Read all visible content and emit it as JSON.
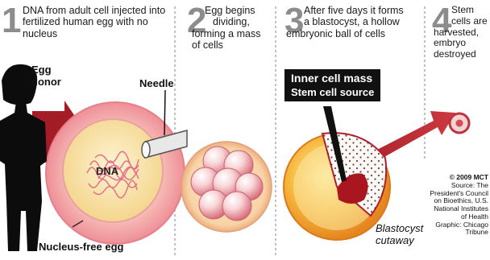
{
  "steps": [
    {
      "number": "1",
      "lines": [
        "DNA from adult cell injected into",
        "fertilized human egg with no",
        "nucleus"
      ]
    },
    {
      "number": "2",
      "lines": [
        "Egg begins",
        "dividing,",
        "forming a mass",
        "of cells"
      ]
    },
    {
      "number": "3",
      "lines": [
        "After five days it forms",
        "a blastocyst, a hollow",
        "embryonic ball of cells"
      ]
    },
    {
      "number": "4",
      "lines": [
        "Stem",
        "cells are",
        "harvested,",
        "embryo",
        "destroyed"
      ]
    }
  ],
  "labels": {
    "egg_donor": [
      "Egg",
      "donor"
    ],
    "needle": "Needle",
    "dna": "DNA",
    "nucleus_free_egg": "Nucleus-free egg",
    "inner_cell_mass": [
      "Inner cell mass",
      "Stem cell source"
    ],
    "blastocyst_cutaway": [
      "Blastocyst",
      "cutaway"
    ]
  },
  "credit": {
    "copyright": "© 2009 MCT",
    "lines": [
      "Source: The",
      "President's Council",
      "on Bioethics, U.S.",
      "National Institutes",
      "of Health",
      "Graphic: Chicago",
      "Tribune"
    ]
  },
  "colors": {
    "egg_pink": "#f3a3a8",
    "cytoplasm": "#f7e2a8",
    "arrow_red": "#b8232c",
    "blastocyst_orange": "#f2a531",
    "number_gray": "#8c8c8c"
  }
}
